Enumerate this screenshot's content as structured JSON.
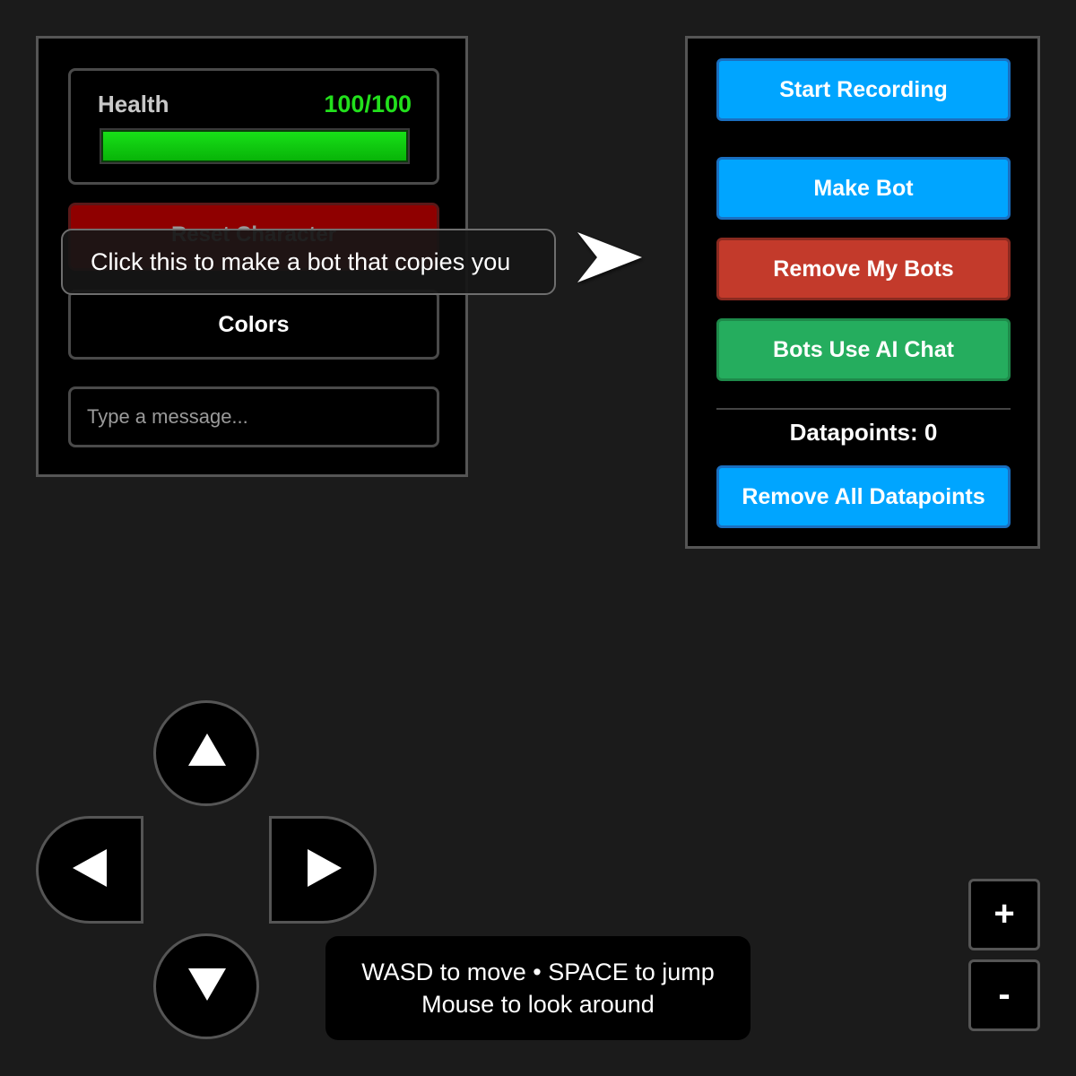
{
  "health": {
    "label": "Health",
    "value_text": "100/100",
    "current": 100,
    "max": 100,
    "bar_color": "#0cc80c",
    "value_color": "#22e01c"
  },
  "left_panel": {
    "reset_label": "Reset Character",
    "colors_label": "Colors",
    "message_placeholder": "Type a message..."
  },
  "tooltip": {
    "text": "Click this to make a bot that copies you",
    "pointer_icon": "arrow-right-icon"
  },
  "bot_panel": {
    "start_recording_label": "Start Recording",
    "make_bot_label": "Make Bot",
    "remove_my_bots_label": "Remove My Bots",
    "bots_ai_chat_label": "Bots Use AI Chat",
    "datapoints_text": "Datapoints: 0",
    "remove_all_label": "Remove All Datapoints",
    "colors": {
      "blue": "#00a5ff",
      "red": "#c33a2b",
      "green": "#25ad5e"
    }
  },
  "dpad": {
    "up_icon": "triangle-up-icon",
    "down_icon": "triangle-down-icon",
    "left_icon": "triangle-left-icon",
    "right_icon": "triangle-right-icon"
  },
  "controls_hint": {
    "line1": "WASD to move • SPACE to jump",
    "line2": "Mouse to look around"
  },
  "zoom": {
    "in_label": "+",
    "out_label": "-"
  }
}
